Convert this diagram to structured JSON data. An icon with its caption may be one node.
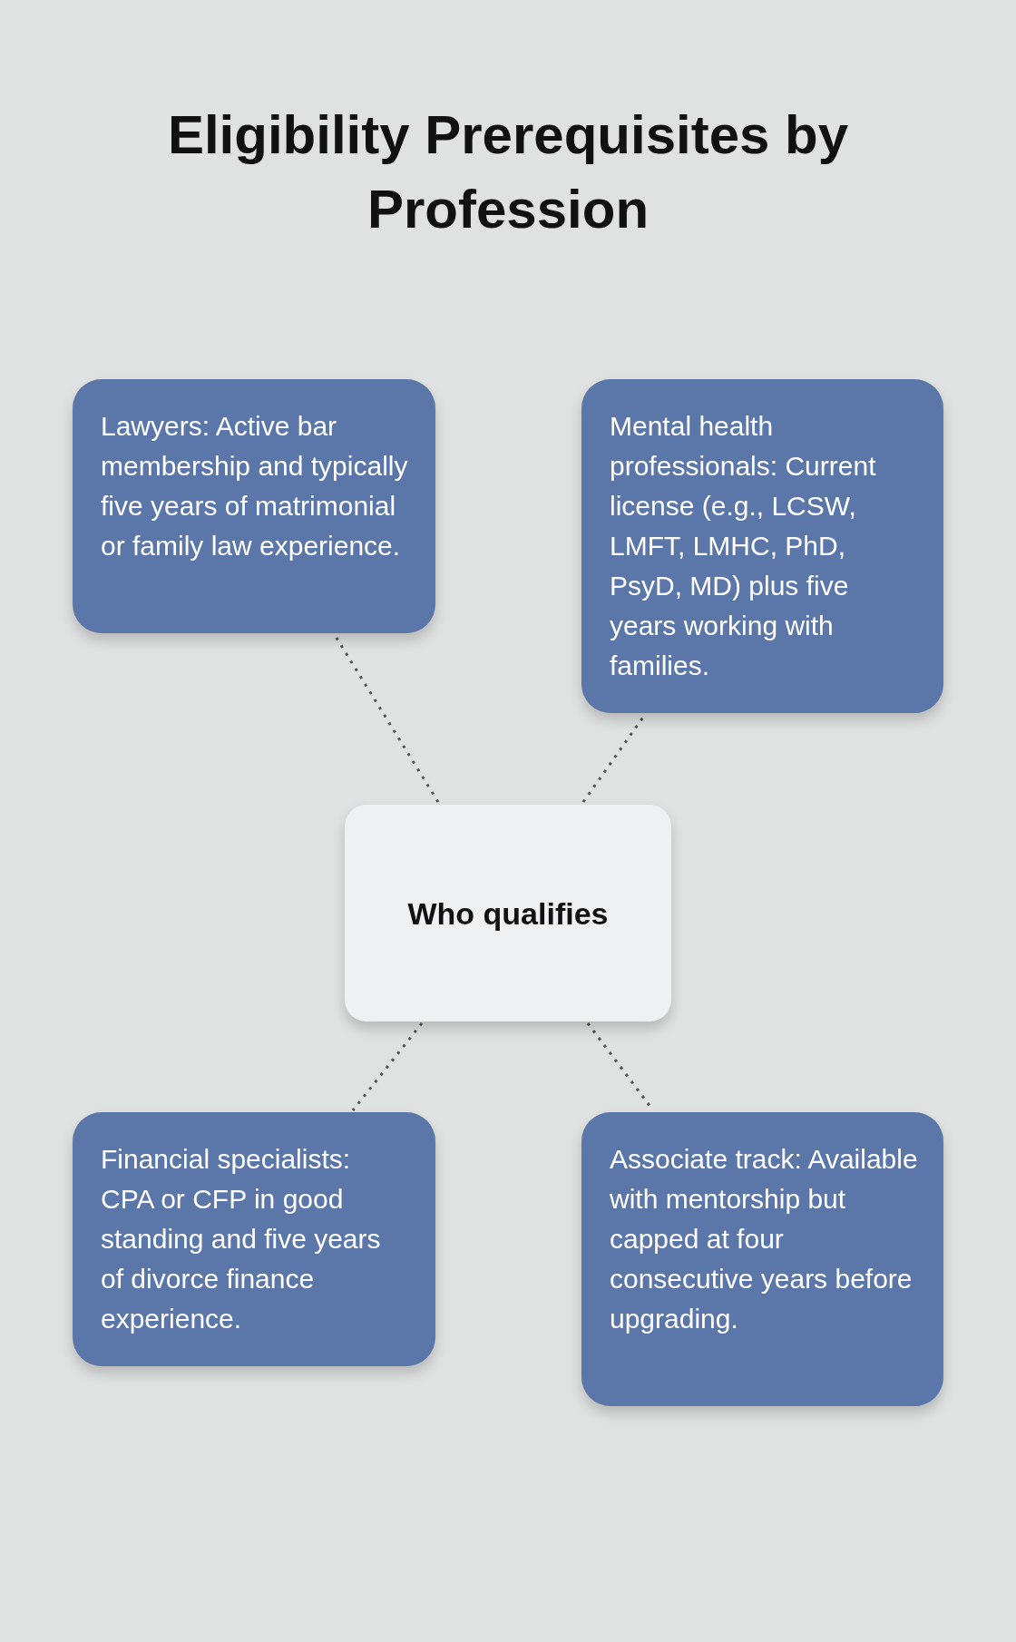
{
  "diagram": {
    "title": "Eligibility Prerequisites by Profession",
    "nodes": [
      {
        "text": [
          "Lawyers: Active bar membership and typically five years of matrimonial or family law experience."
        ]
      },
      {
        "text": [
          "Mental health professionals: Current license (e.g., LCSW, LMFT, LMHC, PhD, PsyD, MD) plus five years working with families."
        ]
      },
      {
        "text": [
          "Who qualifies"
        ]
      },
      {
        "text": [
          "Financial specialists: CPA or CFP in good standing and five years of divorce finance experience."
        ]
      },
      {
        "text": [
          "Associate track: Available with mentorship but capped at four consecutive years before upgrading."
        ]
      }
    ],
    "edges": [
      {
        "from": 2,
        "to": 0,
        "arrow": "none",
        "style": "dashed"
      },
      {
        "from": 2,
        "to": 1,
        "arrow": "none",
        "style": "dashed"
      },
      {
        "from": 2,
        "to": 3,
        "arrow": "none",
        "style": "dashed"
      },
      {
        "from": 2,
        "to": 4,
        "arrow": "none",
        "style": "dashed"
      }
    ]
  }
}
